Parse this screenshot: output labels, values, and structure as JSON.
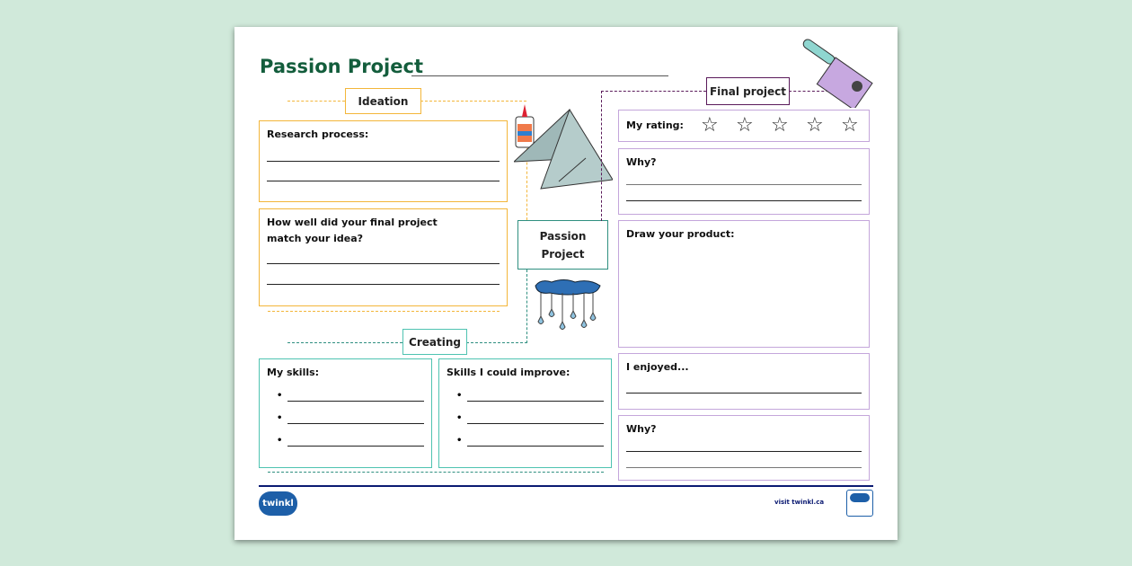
{
  "title": "Passion Project",
  "sections": {
    "ideation": {
      "label": "Ideation",
      "research": "Research process:",
      "match": "How well did your final project match your idea?"
    },
    "center": {
      "label_line1": "Passion",
      "label_line2": "Project"
    },
    "creating": {
      "label": "Creating",
      "my_skills": "My skills:",
      "improve": "Skills I could improve:",
      "bullet": "•"
    },
    "final": {
      "label": "Final project",
      "rating": "My rating:",
      "stars": 5,
      "star_glyph": "☆",
      "why1": "Why?",
      "draw": "Draw your product:",
      "enjoyed": "I enjoyed...",
      "why2": "Why?"
    }
  },
  "footer": {
    "logo": "twinkl",
    "visit": "visit twinkl.ca"
  },
  "colors": {
    "title": "#135d3c",
    "ideation": "#f3b63a",
    "creating": "#4fc3b1",
    "final": "#c4a6db",
    "final_label": "#5a1a5a",
    "footer_line": "#0b1a72"
  }
}
